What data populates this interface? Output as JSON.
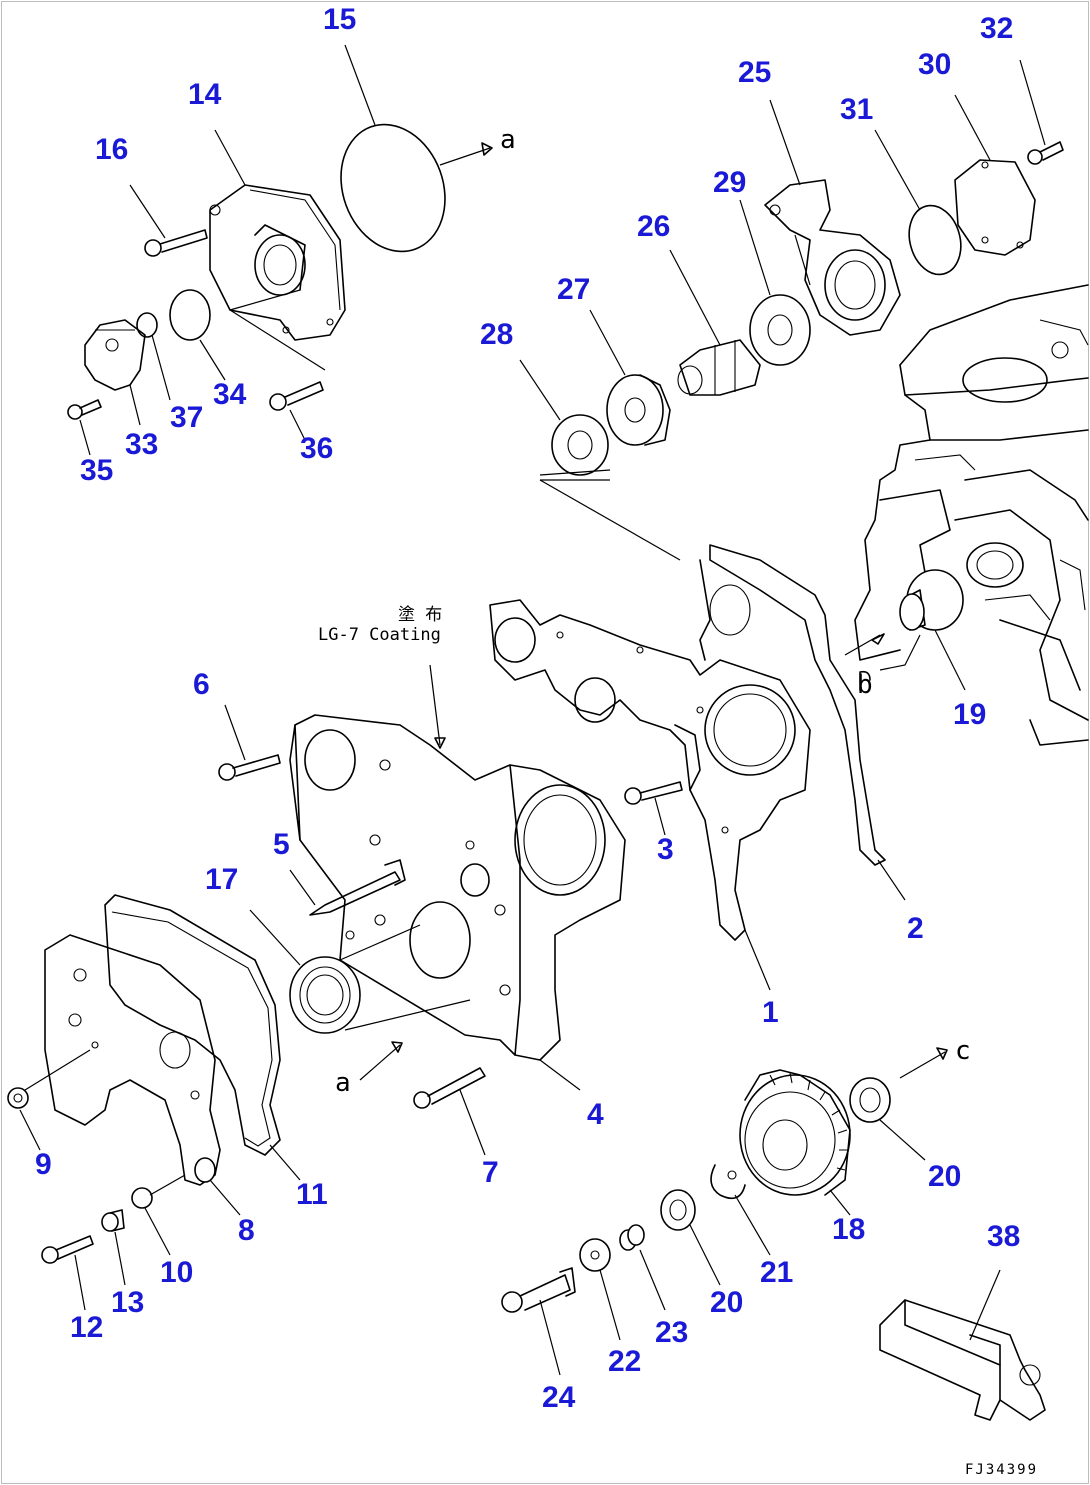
{
  "note": {
    "line1": "塗 布",
    "line2": "LG-7 Coating"
  },
  "refs": {
    "a": "a",
    "b": "b",
    "c": "c"
  },
  "drawing_code": "FJ34399",
  "callouts": {
    "c1": "1",
    "c2": "2",
    "c3": "3",
    "c4": "4",
    "c5": "5",
    "c6": "6",
    "c7": "7",
    "c8": "8",
    "c9": "9",
    "c10": "10",
    "c11": "11",
    "c12": "12",
    "c13": "13",
    "c14": "14",
    "c15": "15",
    "c16": "16",
    "c17": "17",
    "c18": "18",
    "c19": "19",
    "c20a": "20",
    "c20b": "20",
    "c21": "21",
    "c22": "22",
    "c23": "23",
    "c24": "24",
    "c25": "25",
    "c26": "26",
    "c27": "27",
    "c28": "28",
    "c29": "29",
    "c30": "30",
    "c31": "31",
    "c32": "32",
    "c33": "33",
    "c34": "34",
    "c35": "35",
    "c36": "36",
    "c37": "37",
    "c38": "38"
  },
  "colors": {
    "callout": "#1a1ad6",
    "line": "#000000"
  }
}
